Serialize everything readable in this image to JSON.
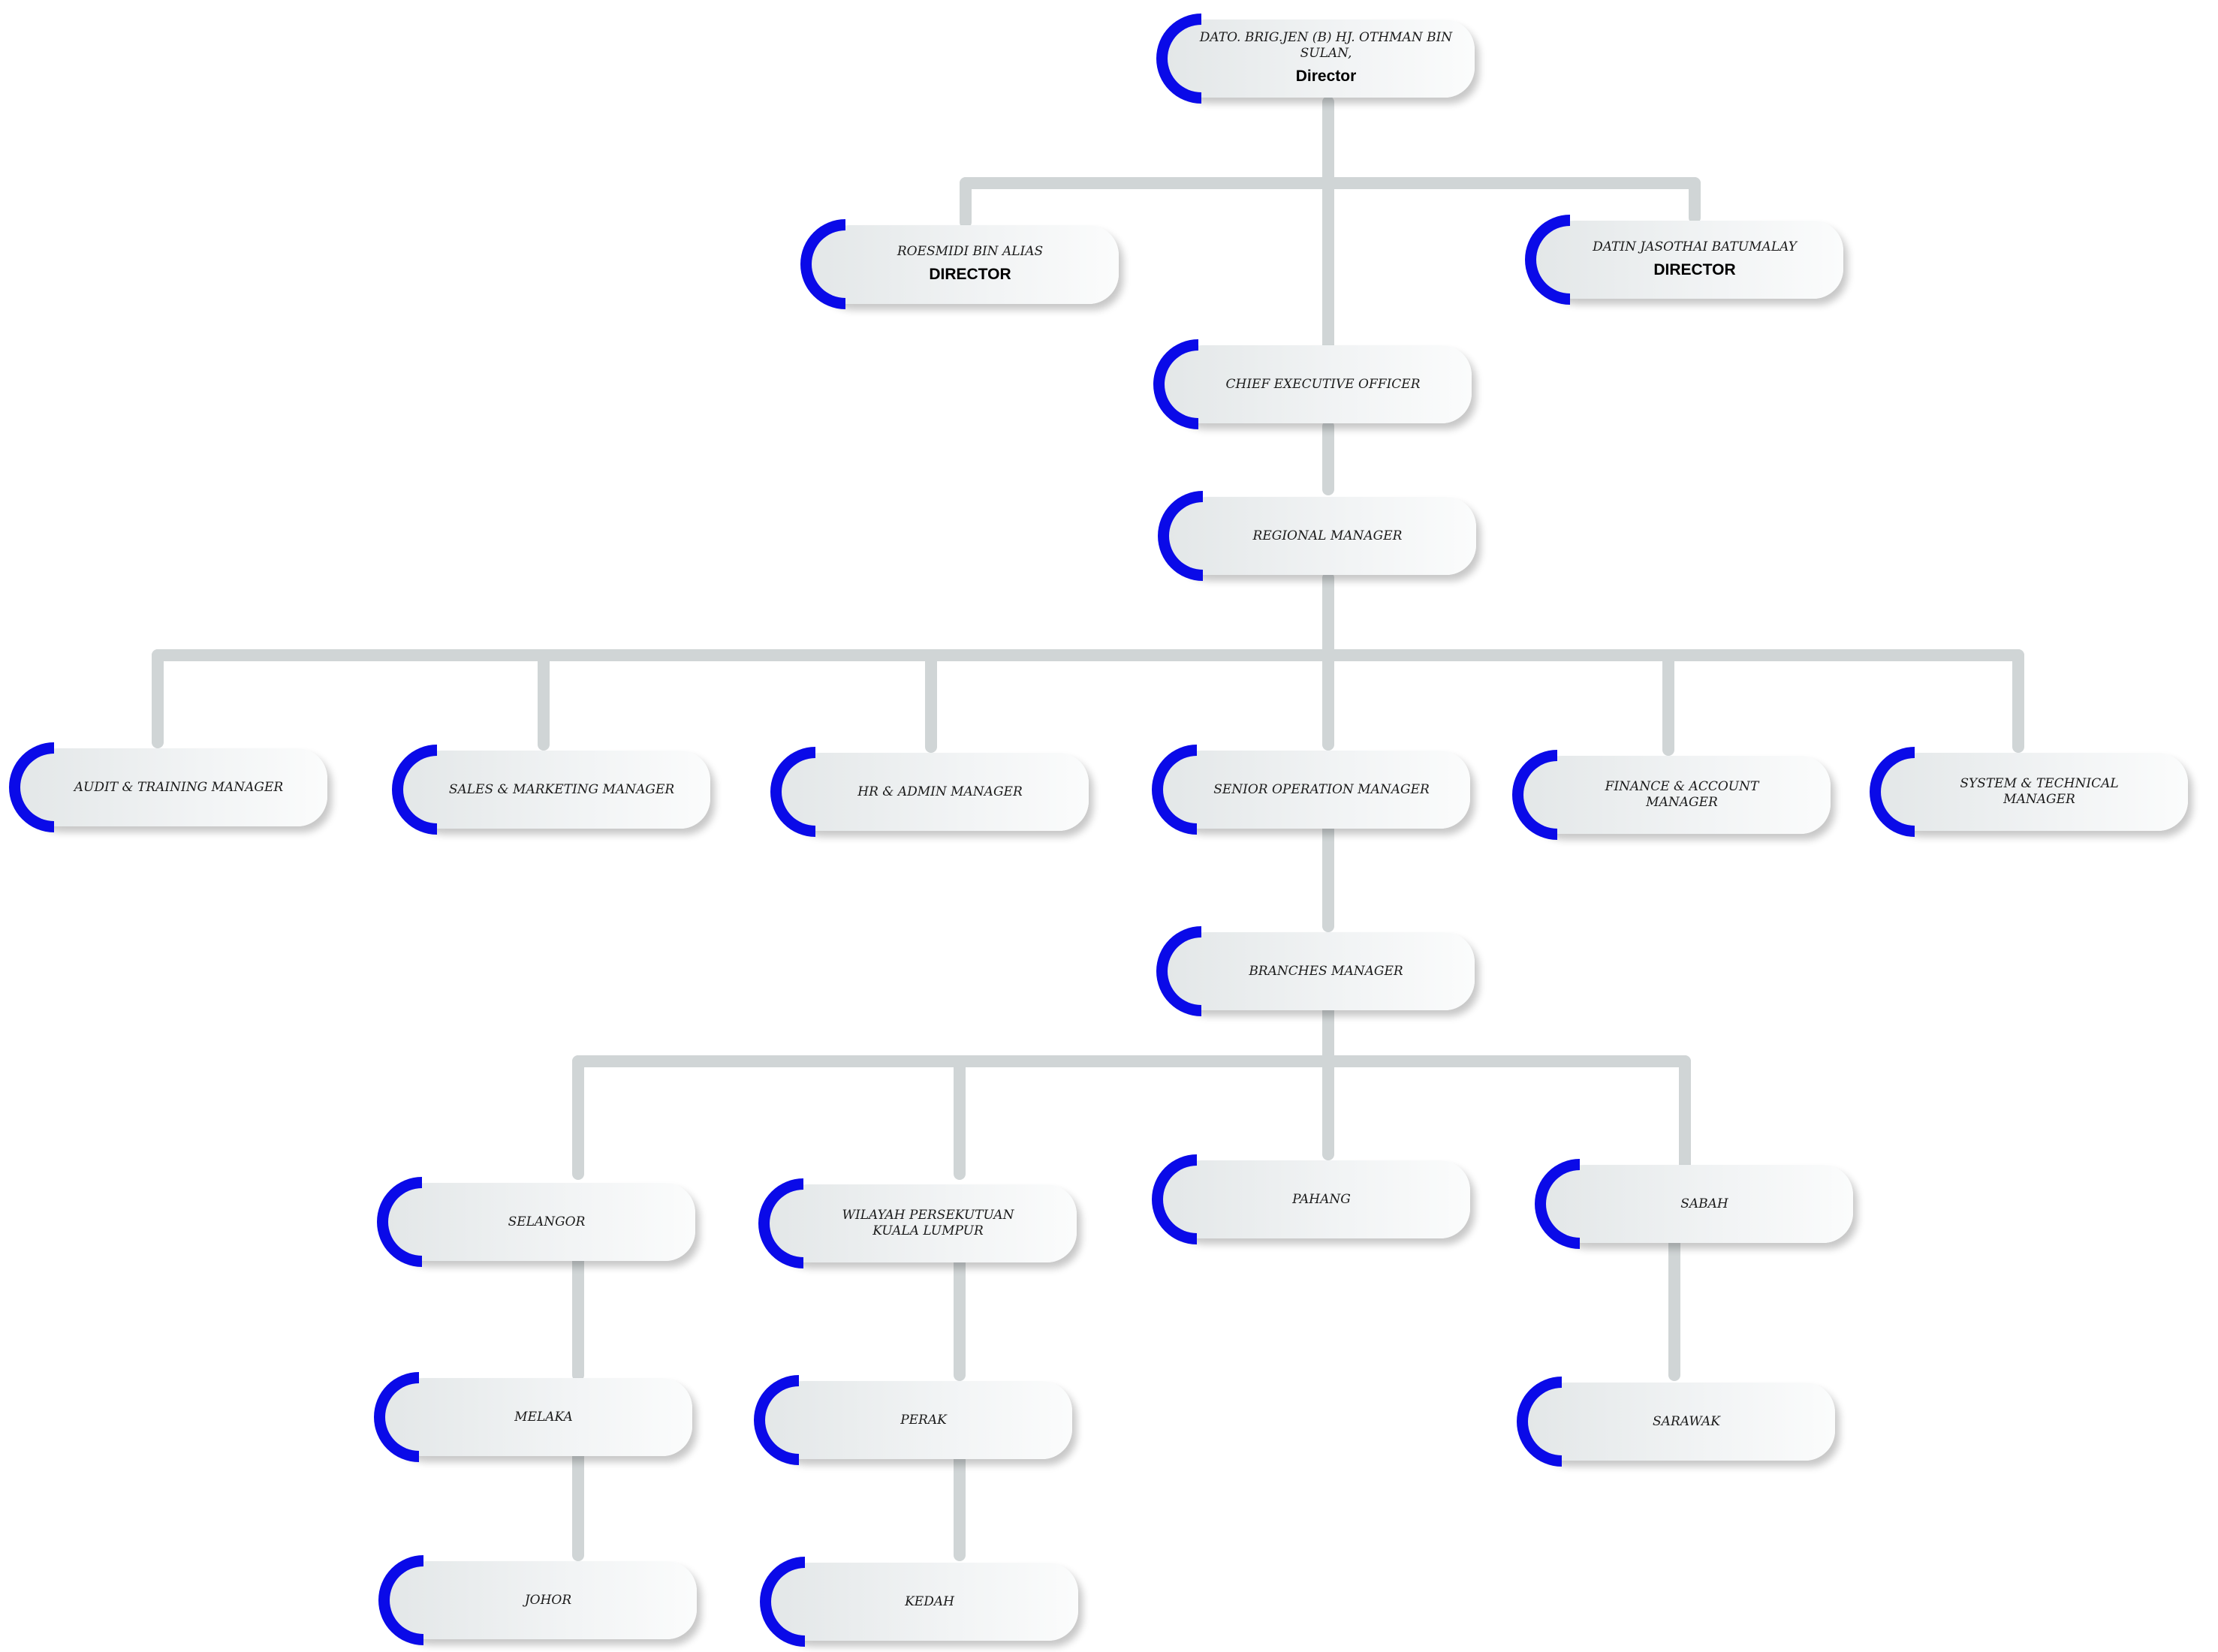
{
  "nodes": [
    {
      "id": "director-othman",
      "name": "DATO. BRIG.JEN (B) HJ. OTHMAN BIN SULAN,",
      "role": "Director"
    },
    {
      "id": "director-roesmidi",
      "name": "ROESMIDI BIN ALIAS",
      "role": "DIRECTOR"
    },
    {
      "id": "director-jasothai",
      "name": "DATIN JASOTHAI BATUMALAY",
      "role": "DIRECTOR"
    },
    {
      "id": "ceo",
      "name": "CHIEF EXECUTIVE OFFICER",
      "role": ""
    },
    {
      "id": "regional-manager",
      "name": "REGIONAL MANAGER",
      "role": ""
    },
    {
      "id": "audit-training-manager",
      "name": "AUDIT & TRAINING MANAGER",
      "role": ""
    },
    {
      "id": "sales-marketing-manager",
      "name": "SALES & MARKETING MANAGER",
      "role": ""
    },
    {
      "id": "hr-admin-manager",
      "name": "HR & ADMIN MANAGER",
      "role": ""
    },
    {
      "id": "senior-operation-manager",
      "name": "SENIOR OPERATION MANAGER",
      "role": ""
    },
    {
      "id": "finance-account-manager",
      "name": "FINANCE & ACCOUNT\nMANAGER",
      "role": ""
    },
    {
      "id": "system-technical-manager",
      "name": "SYSTEM & TECHNICAL\nMANAGER",
      "role": ""
    },
    {
      "id": "branches-manager",
      "name": "BRANCHES MANAGER",
      "role": ""
    },
    {
      "id": "selangor",
      "name": "SELANGOR",
      "role": ""
    },
    {
      "id": "wilayah-kl",
      "name": "WILAYAH PERSEKUTUAN\nKUALA LUMPUR",
      "role": ""
    },
    {
      "id": "pahang",
      "name": "PAHANG",
      "role": ""
    },
    {
      "id": "sabah",
      "name": "SABAH",
      "role": ""
    },
    {
      "id": "melaka",
      "name": "MELAKA",
      "role": ""
    },
    {
      "id": "perak",
      "name": "PERAK",
      "role": ""
    },
    {
      "id": "sarawak",
      "name": "SARAWAK",
      "role": ""
    },
    {
      "id": "johor",
      "name": "JOHOR",
      "role": ""
    },
    {
      "id": "kedah",
      "name": "KEDAH",
      "role": ""
    }
  ],
  "edges": [
    {
      "from": "director-othman",
      "to": "director-roesmidi"
    },
    {
      "from": "director-othman",
      "to": "director-jasothai"
    },
    {
      "from": "director-othman",
      "to": "ceo"
    },
    {
      "from": "ceo",
      "to": "regional-manager"
    },
    {
      "from": "regional-manager",
      "to": "audit-training-manager"
    },
    {
      "from": "regional-manager",
      "to": "sales-marketing-manager"
    },
    {
      "from": "regional-manager",
      "to": "hr-admin-manager"
    },
    {
      "from": "regional-manager",
      "to": "senior-operation-manager"
    },
    {
      "from": "regional-manager",
      "to": "finance-account-manager"
    },
    {
      "from": "regional-manager",
      "to": "system-technical-manager"
    },
    {
      "from": "senior-operation-manager",
      "to": "branches-manager"
    },
    {
      "from": "branches-manager",
      "to": "selangor"
    },
    {
      "from": "branches-manager",
      "to": "wilayah-kl"
    },
    {
      "from": "branches-manager",
      "to": "pahang"
    },
    {
      "from": "branches-manager",
      "to": "sabah"
    },
    {
      "from": "selangor",
      "to": "melaka"
    },
    {
      "from": "melaka",
      "to": "johor"
    },
    {
      "from": "wilayah-kl",
      "to": "perak"
    },
    {
      "from": "perak",
      "to": "kedah"
    },
    {
      "from": "sabah",
      "to": "sarawak"
    }
  ],
  "colors": {
    "accent_arc": "#0a0ae8",
    "connector": "#d0d5d6"
  }
}
